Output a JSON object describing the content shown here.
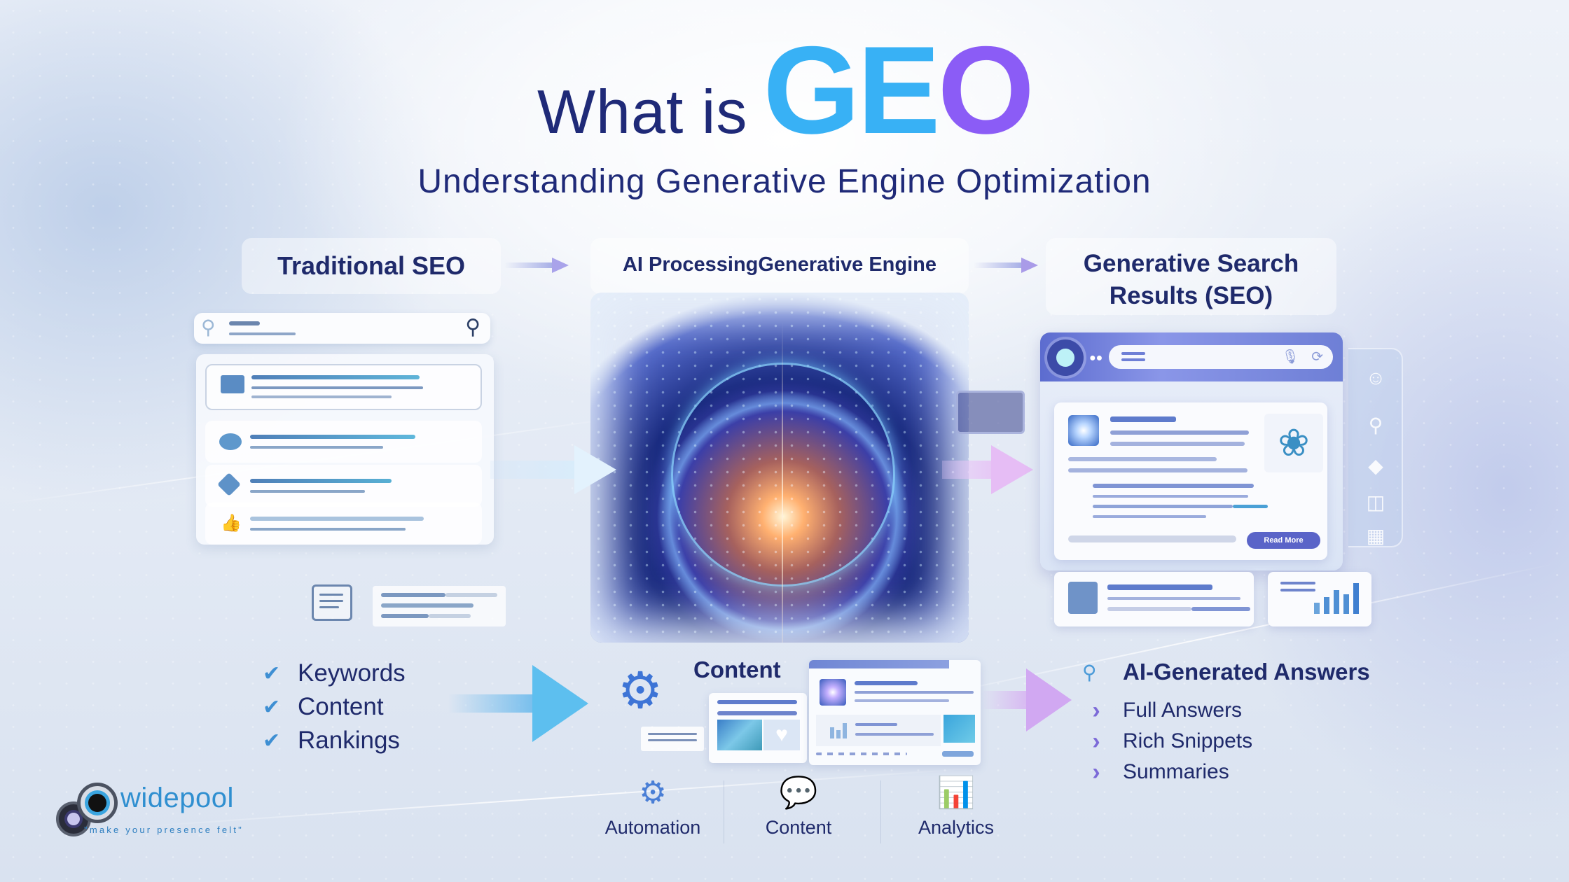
{
  "title": {
    "prefix": "What is",
    "acronym_letters": [
      "G",
      "E",
      "O"
    ],
    "acronym_colors": {
      "G": "#38b1f5",
      "E": "#38b1f5",
      "O": "#8b5cf6"
    }
  },
  "subtitle": "Understanding Generative Engine Optimization",
  "stages": [
    {
      "label": "Traditional SEO"
    },
    {
      "label": "AI ProcessingGenerative Engine"
    },
    {
      "label_line1": "Generative Search",
      "label_line2": "Results (SEO)"
    }
  ],
  "result_card": {
    "button_label": "Read More"
  },
  "traditional_list": {
    "items": [
      "Keywords",
      "Content",
      "Rankings"
    ],
    "icon": "check-icon"
  },
  "content_block": {
    "title": "Content"
  },
  "ai_answers": {
    "title": "AI-Generated Answers",
    "items": [
      "Full Answers",
      "Rich Snippets",
      "Summaries"
    ],
    "title_icon": "search-check-icon",
    "item_icon": "chevron-right-icon"
  },
  "features": [
    {
      "label": "Automation",
      "icon": "gear-icon"
    },
    {
      "label": "Content",
      "icon": "content-chat-icon"
    },
    {
      "label": "Analytics",
      "icon": "bar-chart-icon"
    }
  ],
  "brand": {
    "name": "widepool",
    "tagline": "\"make your presence felt\""
  },
  "colors": {
    "navy_text": "#1f2a6b",
    "geo_blue": "#38b1f5",
    "geo_purple": "#8b5cf6",
    "check_blue": "#3e8fd3",
    "chevron_purple": "#7c6ad8",
    "button_indigo": "#5a64c8"
  }
}
